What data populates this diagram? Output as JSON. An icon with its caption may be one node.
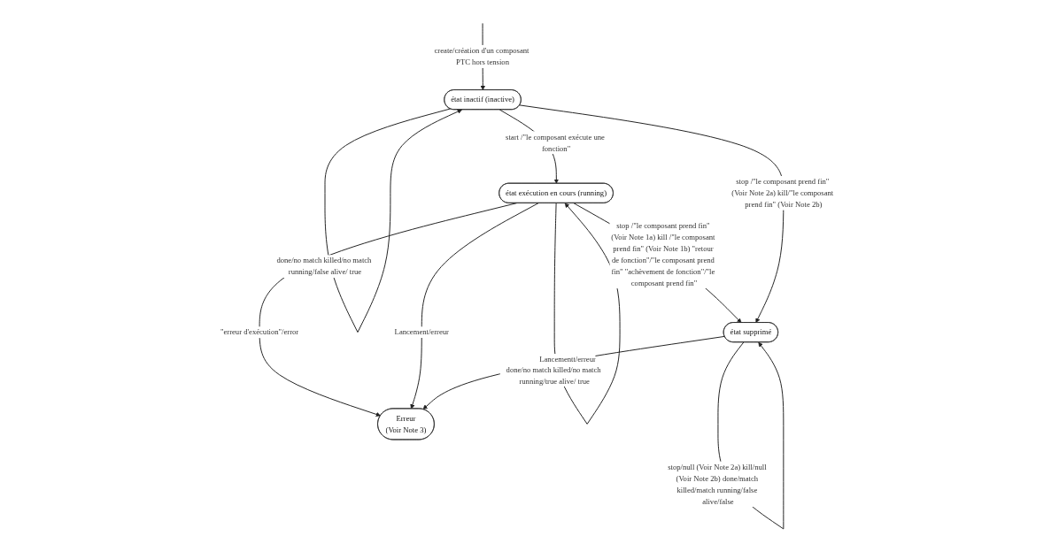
{
  "diagram": {
    "nodes": [
      {
        "text": [
          "état inactif (inactive)"
        ]
      },
      {
        "text": [
          "état exécution en cours (running)"
        ]
      },
      {
        "text": [
          "Erreur",
          "(Voir Note 3)"
        ]
      },
      {
        "text": [
          "état supprimé"
        ]
      }
    ],
    "edges": [
      {
        "from": null,
        "to": 0,
        "arrow": "to",
        "label": "create/création d'un composant PTC hors tension"
      },
      {
        "from": 0,
        "to": 0,
        "arrow": "to",
        "label": "done/no match killed/no match running/false alive/ true"
      },
      {
        "from": 0,
        "to": 1,
        "arrow": "to",
        "label": "start /\"le composant exécute une fonction\""
      },
      {
        "from": 1,
        "to": 1,
        "arrow": "to",
        "label": "done/no match killed/no match running/true alive/ true"
      },
      {
        "from": 1,
        "to": 2,
        "arrow": "to",
        "label": "\"erreur d'exécution\"/error"
      },
      {
        "from": 1,
        "to": 2,
        "arrow": "to",
        "label": "Lancement/erreur"
      },
      {
        "from": 1,
        "to": 3,
        "arrow": "to",
        "label": "stop /\"le composant prend fin\" (Voir Note 1a) kill /\"le composant prend fin\" (Voir Note 1b) \"retour de fonction\"/\"le composant prend fin\" \"achèvement de fonction\"/\"le composant prend fin\""
      },
      {
        "from": 0,
        "to": 3,
        "arrow": "to",
        "label": "stop /\"le composant prend fin\" (Voir Note 2a) kill/\"le composant prend fin\" (Voir Note 2b)"
      },
      {
        "from": 3,
        "to": 2,
        "arrow": "to",
        "label": "Lancementt/erreur"
      },
      {
        "from": 3,
        "to": 3,
        "arrow": "to",
        "label": "stop/null (Voir Note 2a) kill/null (Voir Note 2b) done/match killed/match running/false alive/false"
      }
    ]
  }
}
